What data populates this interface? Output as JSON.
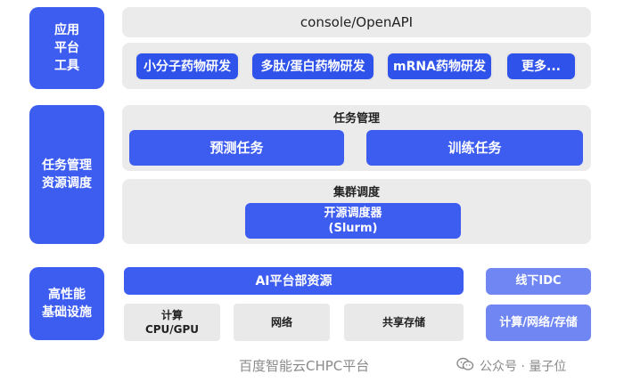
{
  "tiers": {
    "app_tools": "应用\n平台\n工具",
    "task_mgmt": "任务管理\n资源调度",
    "infra": "高性能\n基础设施"
  },
  "app_layer": {
    "console": "console/OpenAPI",
    "tools": [
      "小分子药物研发",
      "多肽/蛋白药物研发",
      "mRNA药物研发",
      "更多..."
    ]
  },
  "task_layer": {
    "title": "任务管理",
    "tasks": [
      "预测任务",
      "训练任务"
    ]
  },
  "cluster_layer": {
    "title": "集群调度",
    "scheduler": "开源调度器\n(Slurm)"
  },
  "infra_layer": {
    "ai_resources": "AI平台部资源",
    "resources": [
      "计算\nCPU/GPU",
      "网络",
      "共享存储"
    ],
    "offline_idc": "线下IDC",
    "offline_resources": "计算/网络/存储"
  },
  "caption": "百度智能云CHPC平台",
  "watermark": "公众号 · 量子位",
  "colors": {
    "primary": "#3d5cf0",
    "panel": "#ebebeb",
    "light": "#6f86f3"
  }
}
